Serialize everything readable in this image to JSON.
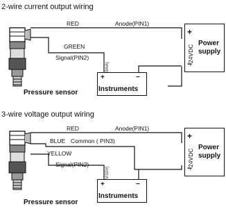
{
  "section1": {
    "title": "2-wire current output wiring",
    "wire_red": "RED",
    "wire_anode": "Anode(PIN1)",
    "wire_green": "GREEN",
    "wire_signal": "Signal(PIN2)",
    "range": "(4~20mA)",
    "power_voltage": "~24VDC",
    "power_label_line1": "Power",
    "power_label_line2": "supply",
    "plus": "+",
    "minus": "−",
    "instruments": "Instruments",
    "sensor": "Pressure sensor"
  },
  "section2": {
    "title": "3-wire voltage output wiring",
    "wire_red": "RED",
    "wire_anode": "Anode(PIN1)",
    "wire_blue": "BLUE",
    "wire_common": "Common ( PIN3)",
    "wire_yellow": "YELLOW",
    "wire_signal": "Signal(PIN2)",
    "range": "(0~5V/10V)",
    "power_voltage": "~24VDC",
    "power_label_line1": "Power",
    "power_label_line2": "supply",
    "plus": "+",
    "minus": "−",
    "instruments": "Instruments",
    "sensor": "Pressure sensor"
  }
}
